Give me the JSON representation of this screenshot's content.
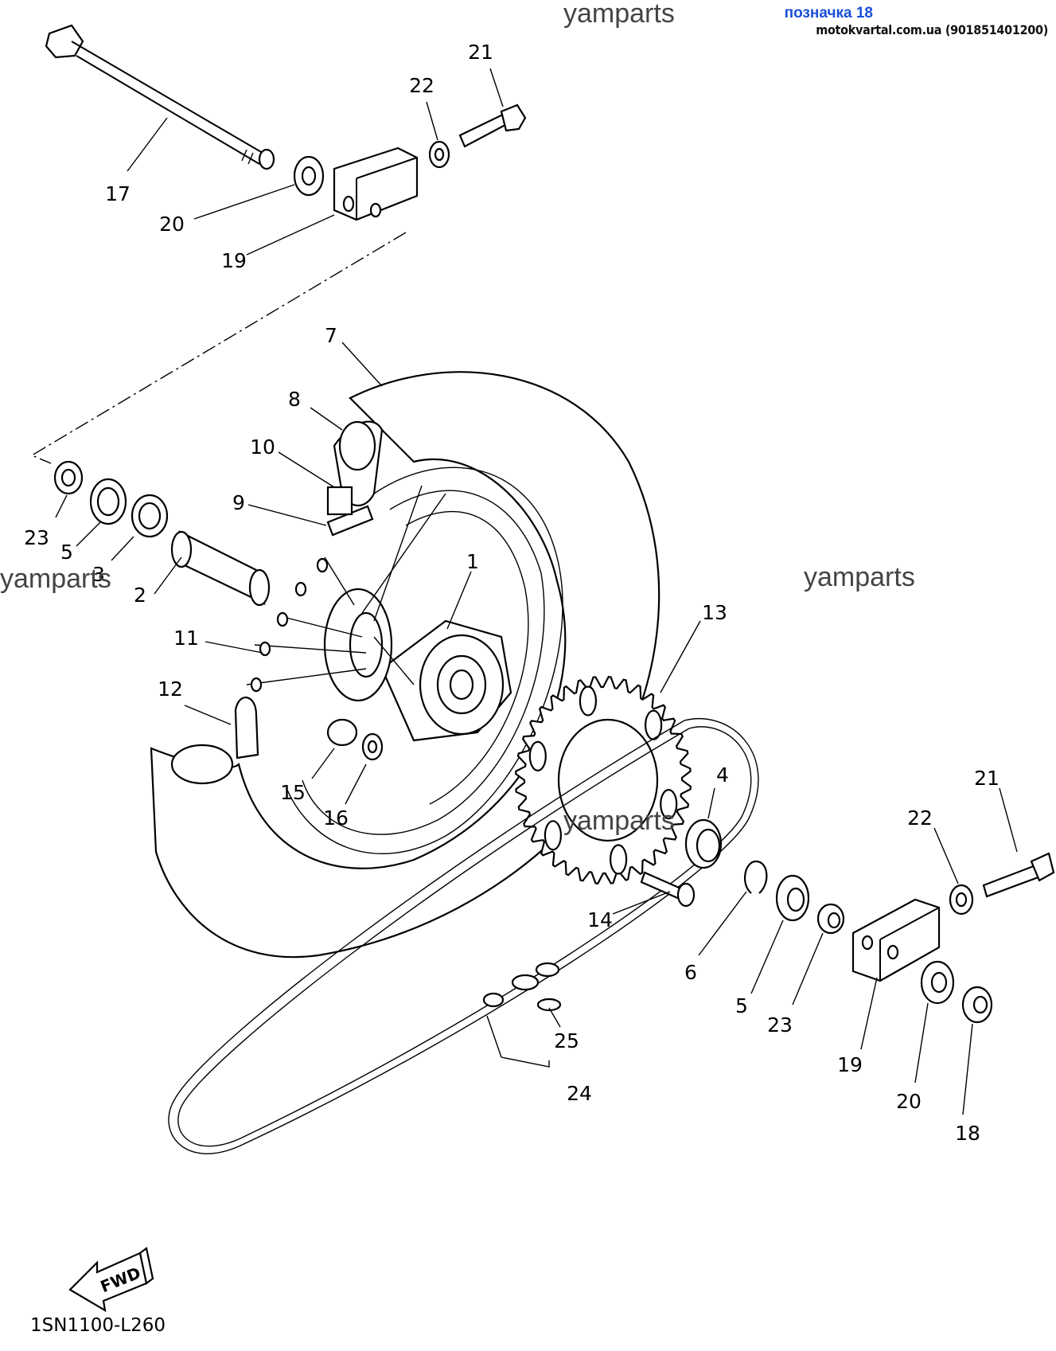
{
  "header": {
    "label_title": "позначка 18",
    "contact": "motokvartal.com.ua (901851401200)"
  },
  "watermarks": [
    "yamparts",
    "yamparts",
    "yamparts",
    "yamparts"
  ],
  "diagram_code": "1SN1100-L260",
  "fwd_label": "FWD",
  "callouts": [
    "1",
    "2",
    "3",
    "4",
    "5",
    "5",
    "6",
    "7",
    "8",
    "9",
    "10",
    "11",
    "12",
    "13",
    "14",
    "15",
    "16",
    "17",
    "18",
    "19",
    "19",
    "20",
    "20",
    "21",
    "21",
    "22",
    "22",
    "23",
    "23",
    "24",
    "25"
  ]
}
